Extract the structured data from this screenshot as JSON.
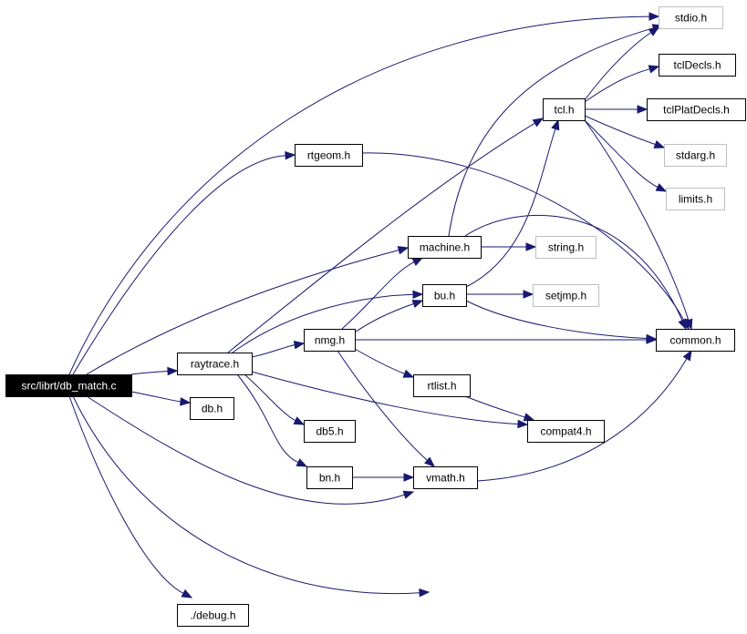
{
  "nodes": [
    {
      "id": "db_match",
      "label": "src/librt/db_match.c",
      "style": "root"
    },
    {
      "id": "stdio",
      "label": "stdio.h",
      "style": "system"
    },
    {
      "id": "tcldecls",
      "label": "tclDecls.h",
      "style": "local"
    },
    {
      "id": "tcl",
      "label": "tcl.h",
      "style": "local"
    },
    {
      "id": "tclplatdecls",
      "label": "tclPlatDecls.h",
      "style": "local"
    },
    {
      "id": "rtgeom",
      "label": "rtgeom.h",
      "style": "local"
    },
    {
      "id": "stdarg",
      "label": "stdarg.h",
      "style": "system"
    },
    {
      "id": "limits",
      "label": "limits.h",
      "style": "system"
    },
    {
      "id": "machine",
      "label": "machine.h",
      "style": "local"
    },
    {
      "id": "string",
      "label": "string.h",
      "style": "system"
    },
    {
      "id": "bu",
      "label": "bu.h",
      "style": "local"
    },
    {
      "id": "setjmp",
      "label": "setjmp.h",
      "style": "system"
    },
    {
      "id": "nmg",
      "label": "nmg.h",
      "style": "local"
    },
    {
      "id": "common",
      "label": "common.h",
      "style": "local"
    },
    {
      "id": "raytrace",
      "label": "raytrace.h",
      "style": "local"
    },
    {
      "id": "rtlist",
      "label": "rtlist.h",
      "style": "local"
    },
    {
      "id": "db",
      "label": "db.h",
      "style": "local"
    },
    {
      "id": "db5",
      "label": "db5.h",
      "style": "local"
    },
    {
      "id": "compat4",
      "label": "compat4.h",
      "style": "local"
    },
    {
      "id": "bn",
      "label": "bn.h",
      "style": "local"
    },
    {
      "id": "vmath",
      "label": "vmath.h",
      "style": "local"
    },
    {
      "id": "debug",
      "label": "./debug.h",
      "style": "local"
    }
  ],
  "edges": [
    {
      "from": "db_match",
      "to": "stdio"
    },
    {
      "from": "db_match",
      "to": "rtgeom"
    },
    {
      "from": "db_match",
      "to": "machine"
    },
    {
      "from": "db_match",
      "to": "raytrace"
    },
    {
      "from": "db_match",
      "to": "db"
    },
    {
      "from": "db_match",
      "to": "vmath"
    },
    {
      "from": "db_match",
      "to": "common"
    },
    {
      "from": "db_match",
      "to": "debug"
    },
    {
      "from": "tcl",
      "to": "stdio"
    },
    {
      "from": "tcl",
      "to": "tcldecls"
    },
    {
      "from": "tcl",
      "to": "tclplatdecls"
    },
    {
      "from": "tcl",
      "to": "stdarg"
    },
    {
      "from": "tcl",
      "to": "limits"
    },
    {
      "from": "tcl",
      "to": "common"
    },
    {
      "from": "rtgeom",
      "to": "common"
    },
    {
      "from": "machine",
      "to": "stdio"
    },
    {
      "from": "machine",
      "to": "string"
    },
    {
      "from": "machine",
      "to": "common"
    },
    {
      "from": "bu",
      "to": "tcl"
    },
    {
      "from": "bu",
      "to": "setjmp"
    },
    {
      "from": "bu",
      "to": "common"
    },
    {
      "from": "raytrace",
      "to": "tcl"
    },
    {
      "from": "raytrace",
      "to": "bu"
    },
    {
      "from": "raytrace",
      "to": "nmg"
    },
    {
      "from": "raytrace",
      "to": "db5"
    },
    {
      "from": "raytrace",
      "to": "bn"
    },
    {
      "from": "raytrace",
      "to": "compat4"
    },
    {
      "from": "nmg",
      "to": "machine"
    },
    {
      "from": "nmg",
      "to": "bu"
    },
    {
      "from": "nmg",
      "to": "common"
    },
    {
      "from": "nmg",
      "to": "rtlist"
    },
    {
      "from": "nmg",
      "to": "vmath"
    },
    {
      "from": "rtlist",
      "to": "compat4"
    },
    {
      "from": "bn",
      "to": "vmath"
    },
    {
      "from": "vmath",
      "to": "common"
    }
  ],
  "colors": {
    "edge": "#191970",
    "root_fill": "#000000",
    "root_text": "#ffffff",
    "local_border": "#000000",
    "system_border": "#bfbfbf",
    "node_text": "#000000",
    "node_fill": "#ffffff"
  }
}
